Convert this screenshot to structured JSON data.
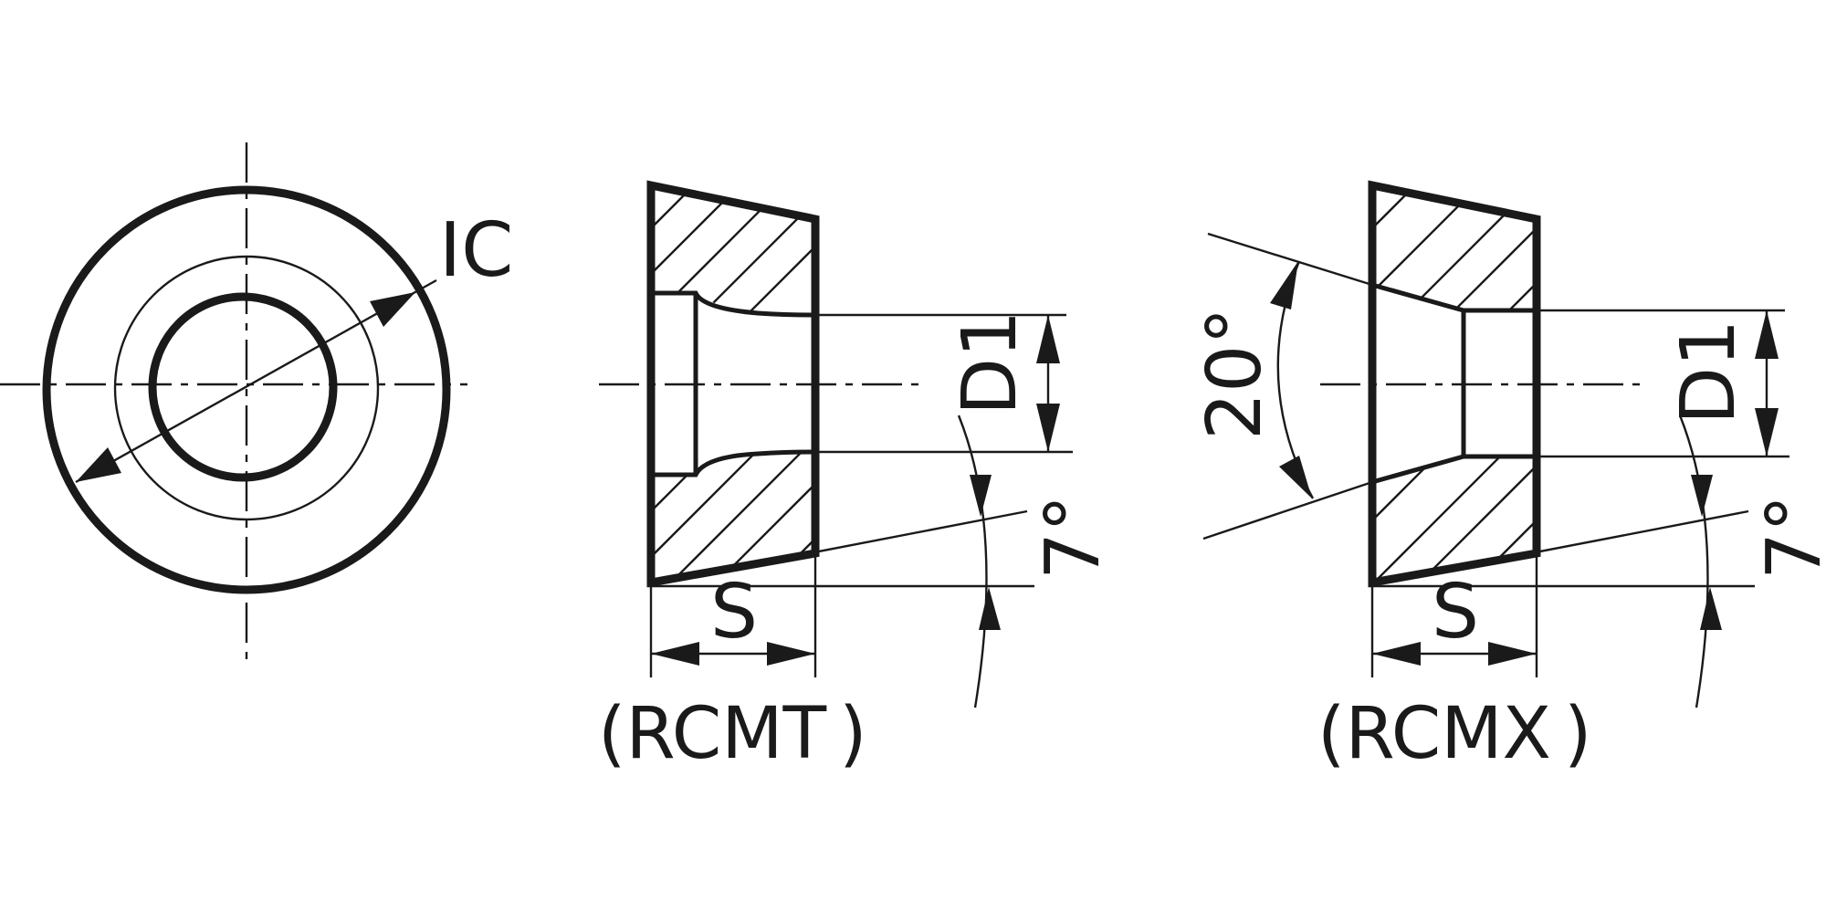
{
  "labels": {
    "ic": "IC",
    "d1": "D1",
    "s": "S",
    "angle_clearance": "7°",
    "angle_chamfer": "20°",
    "paren_open": "(",
    "paren_close": ")"
  },
  "variants": [
    {
      "name": "RCMT"
    },
    {
      "name": "RCMX"
    }
  ]
}
